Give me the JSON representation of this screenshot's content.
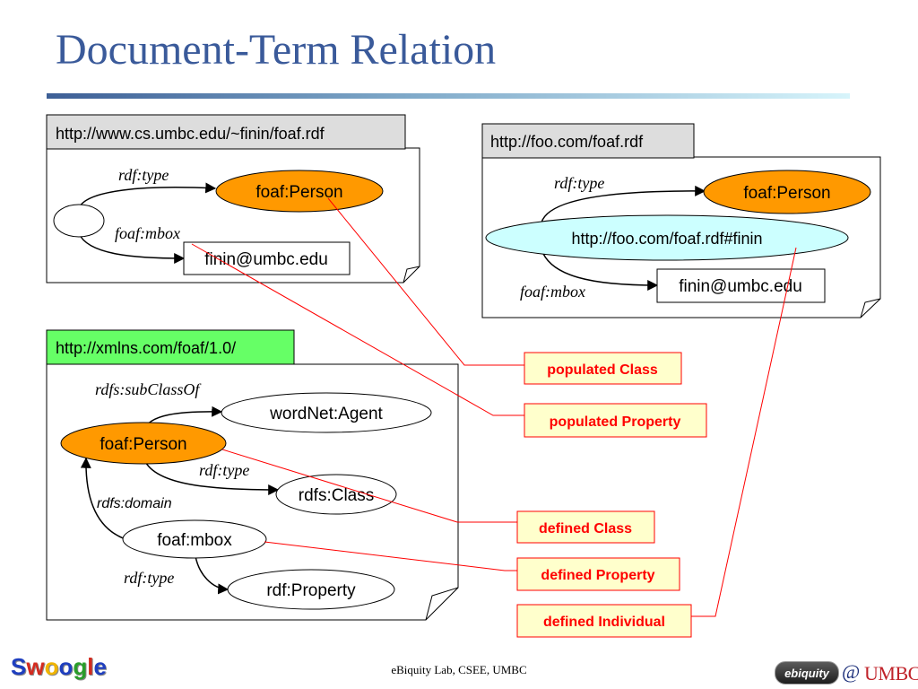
{
  "title": "Document-Term Relation",
  "footer": {
    "center_text": "eBiquity Lab, CSEE, UMBC",
    "logo_left": [
      "S",
      "w",
      "o",
      "o",
      "g",
      "l",
      "e"
    ],
    "logo_left_colors": [
      "#1f3fbf",
      "#d42a1e",
      "#f0b400",
      "#1f3fbf",
      "#2a9d2a",
      "#d42a1e",
      "#1f3fbf"
    ],
    "badge": "ebiquity",
    "at": "@",
    "umbc": "UMBC"
  },
  "documents": {
    "finin": {
      "url": "http://www.cs.umbc.edu/~finin/foaf.rdf",
      "nodes": {
        "person": "foaf:Person",
        "mbox_value": "finin@umbc.edu"
      },
      "edges": {
        "type": "rdf:type",
        "mbox": "foaf:mbox"
      }
    },
    "foo": {
      "url": "http://foo.com/foaf.rdf",
      "nodes": {
        "person": "foaf:Person",
        "subject": "http://foo.com/foaf.rdf#finin",
        "mbox_value": "finin@umbc.edu"
      },
      "edges": {
        "type": "rdf:type",
        "mbox": "foaf:mbox"
      }
    },
    "ontology": {
      "url": "http://xmlns.com/foaf/1.0/",
      "nodes": {
        "person": "foaf:Person",
        "wordnet": "wordNet:Agent",
        "rdfs_class": "rdfs:Class",
        "mbox": "foaf:mbox",
        "rdf_property": "rdf:Property"
      },
      "edges": {
        "subclass": "rdfs:subClassOf",
        "type1": "rdf:type",
        "domain": "rdfs:domain",
        "type2": "rdf:type"
      }
    }
  },
  "relations": {
    "populated_class": "populated Class",
    "populated_property": "populated Property",
    "defined_class": "defined Class",
    "defined_property": "defined Property",
    "defined_individual": "defined Individual"
  },
  "colors": {
    "title": "#3a5a9a",
    "orange_node": "#ff9900",
    "cyan_node": "#ccffff",
    "gray_label": "#dddddd",
    "green_label": "#66ff66",
    "relation_fill": "#ffffcc",
    "relation_text": "#ff0000",
    "link_line": "#ff0000"
  }
}
